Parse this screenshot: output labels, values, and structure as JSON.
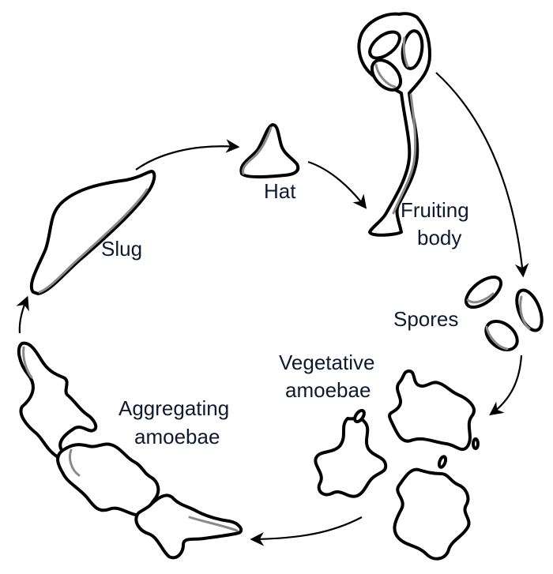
{
  "diagram": {
    "title": "Dictyostelium life cycle",
    "text_color": "#0f1a30",
    "stages": [
      {
        "id": "slug",
        "label": "Slug"
      },
      {
        "id": "hat",
        "label": "Hat"
      },
      {
        "id": "fruiting-body",
        "label_lines": [
          "Fruiting",
          "body"
        ]
      },
      {
        "id": "spores",
        "label": "Spores"
      },
      {
        "id": "vegetative-amoebae",
        "label_lines": [
          "Vegetative",
          "amoebae"
        ]
      },
      {
        "id": "aggregating-amoebae",
        "label_lines": [
          "Aggregating",
          "amoebae"
        ]
      }
    ],
    "flow": [
      {
        "from": "slug",
        "to": "hat"
      },
      {
        "from": "hat",
        "to": "fruiting-body"
      },
      {
        "from": "fruiting-body",
        "to": "spores"
      },
      {
        "from": "spores",
        "to": "vegetative-amoebae"
      },
      {
        "from": "vegetative-amoebae",
        "to": "aggregating-amoebae"
      },
      {
        "from": "aggregating-amoebae",
        "to": "slug"
      }
    ]
  }
}
